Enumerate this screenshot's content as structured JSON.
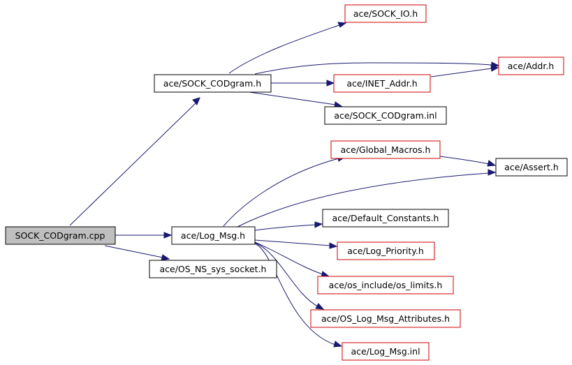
{
  "colors": {
    "edge": "#191970",
    "root_fill": "#bfbfbf",
    "default_fill": "#ffffff",
    "solid_border": "#000000",
    "red_border": "#cc0000"
  },
  "nodes": {
    "root": "SOCK_CODgram.cpp",
    "sock_codgram_h": "ace/SOCK_CODgram.h",
    "sock_io_h": "ace/SOCK_IO.h",
    "addr_h": "ace/Addr.h",
    "inet_addr_h": "ace/INET_Addr.h",
    "sock_codgram_inl": "ace/SOCK_CODgram.inl",
    "global_macros_h": "ace/Global_Macros.h",
    "assert_h": "ace/Assert.h",
    "log_msg_h": "ace/Log_Msg.h",
    "default_constants_h": "ace/Default_Constants.h",
    "log_priority_h": "ace/Log_Priority.h",
    "os_ns_sys_socket_h": "ace/OS_NS_sys_socket.h",
    "os_limits_h": "ace/os_include/os_limits.h",
    "os_log_msg_attributes_h": "ace/OS_Log_Msg_Attributes.h",
    "log_msg_inl": "ace/Log_Msg.inl"
  }
}
